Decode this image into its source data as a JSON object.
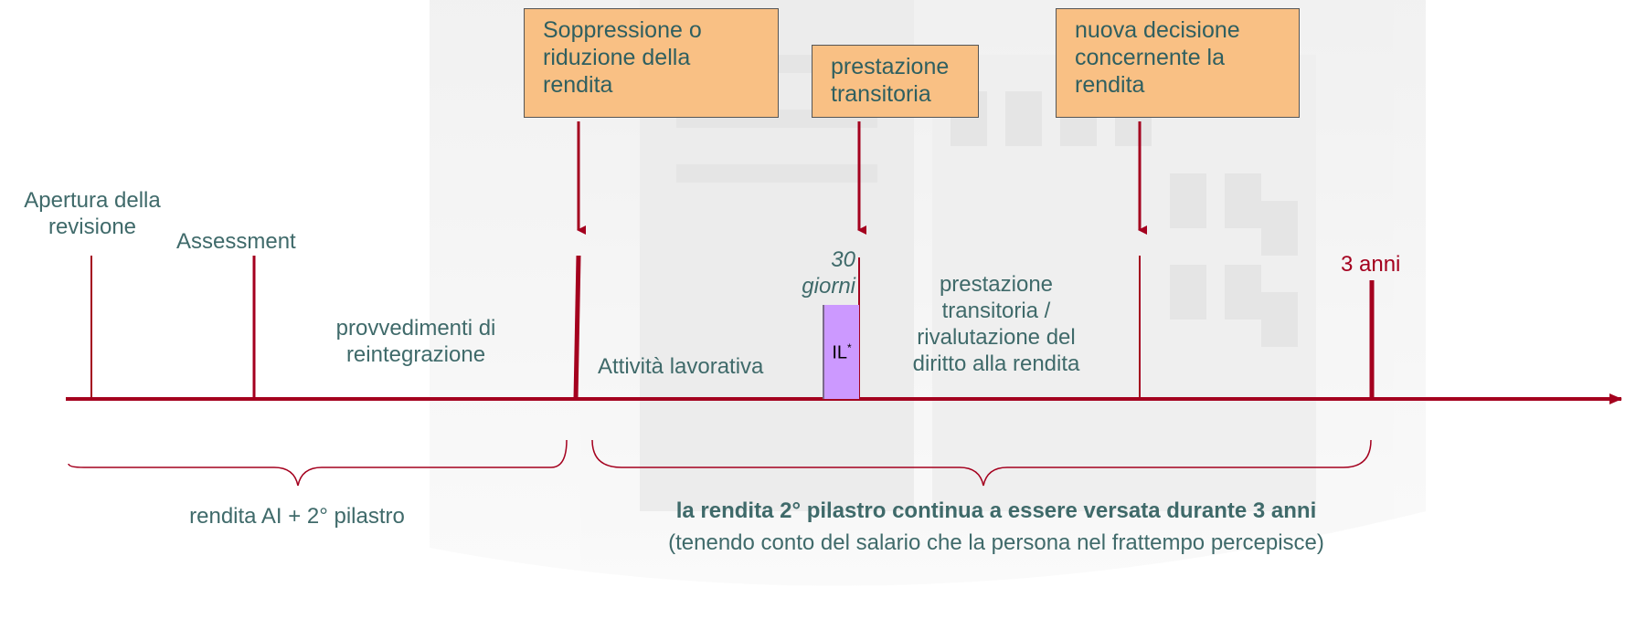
{
  "boxes": {
    "soppressione": "Soppressione o\nriduzione della\nrendita",
    "prestazione": "prestazione\ntransitoria",
    "nuova_decisione": "nuova decisione\nconcernente la\nrendita"
  },
  "labels": {
    "apertura": "Apertura della\nrevisione",
    "assessment": "Assessment",
    "provvedimenti": "provvedimenti di\nreintegrazione",
    "attivita": "Attività lavorativa",
    "trenta_giorni": "30\ngiorni",
    "il": "IL",
    "il_sup": "*",
    "prestazione_riv": "prestazione\ntransitoria /\nrivalutazione del\ndiritto alla rendita",
    "tre_anni": "3 anni"
  },
  "braces": {
    "left_caption": "rendita AI + 2° pilastro",
    "right_caption_bold": "la rendita 2° pilastro continua a essere versata durante 3 anni",
    "right_caption": "(tenendo conto del salario che la persona nel frattempo percepisce)"
  },
  "colors": {
    "timeline": "#a4001e",
    "box_fill": "#f9c084",
    "label_text": "#3f6a6a",
    "il_fill": "#cc99ff"
  }
}
